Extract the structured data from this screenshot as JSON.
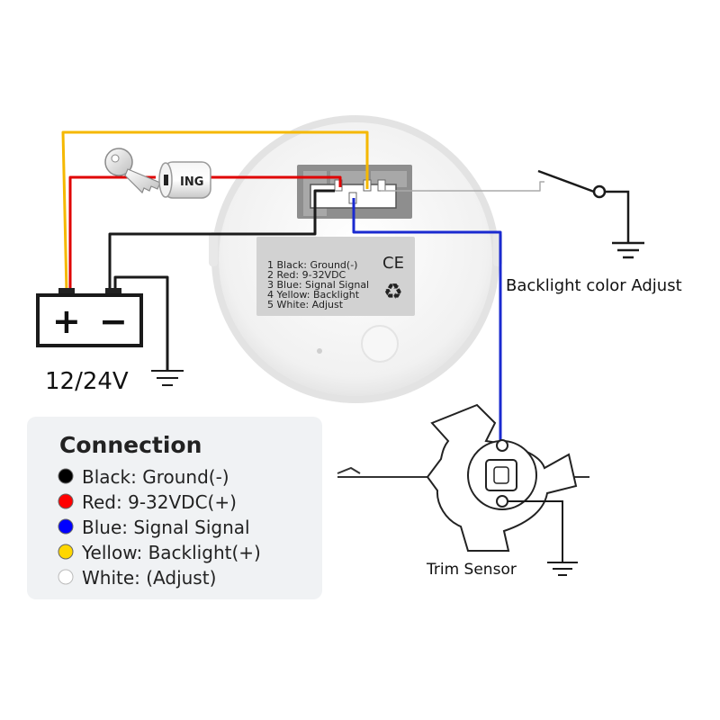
{
  "battery": {
    "plus": "+",
    "minus": "−",
    "voltage": "12/24V"
  },
  "ignition": {
    "label": "ING"
  },
  "gauge_label": {
    "lines": [
      "1 Black: Ground(-)",
      "2 Red: 9-32VDC",
      "3 Blue: Signal Signal",
      "4 Yellow: Backlight",
      "5 White: Adjust"
    ],
    "ce_mark": "CE",
    "recycle_symbol": "♻"
  },
  "backlight": {
    "label": "Backlight color Adjust"
  },
  "sensor": {
    "label": "Trim Sensor"
  },
  "legend": {
    "title": "Connection",
    "items": [
      {
        "text": "Black: Ground(-)",
        "color": "#000000"
      },
      {
        "text": "Red: 9-32VDC(+)",
        "color": "#ff0000"
      },
      {
        "text": "Blue: Signal Signal",
        "color": "#0000ff"
      },
      {
        "text": "Yellow: Backlight(+)",
        "color": "#ffd700"
      },
      {
        "text": "White: (Adjust)",
        "color": "#ffffff"
      }
    ]
  },
  "wire_colors": {
    "black": "#1a1a1a",
    "red": "#e00000",
    "blue": "#1a2ad0",
    "yellow": "#f5b800",
    "white": "#dddddd"
  }
}
